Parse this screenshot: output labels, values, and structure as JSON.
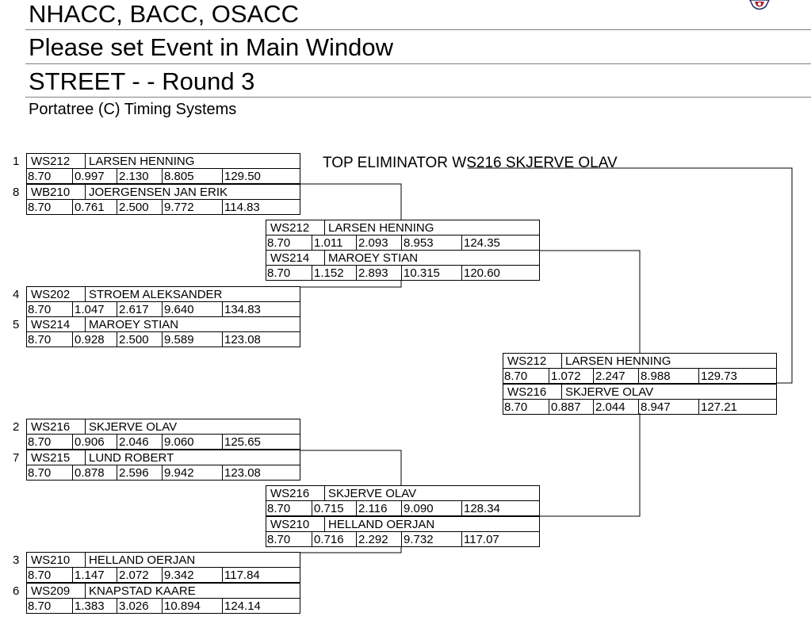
{
  "header": {
    "title": "NHACC, BACC, OSACC",
    "event_prompt": "Please set Event in Main Window",
    "round": "STREET -  - Round 3",
    "vendor": "Portatree (C) Timing Systems"
  },
  "top_eliminator": "TOP ELIMINATOR  WS216 SKJERVE OLAV",
  "seeds": [
    "1",
    "8",
    "4",
    "5",
    "2",
    "7",
    "3",
    "6"
  ],
  "round1": [
    {
      "car": "WS212",
      "driver": "LARSEN HENNING",
      "dial": "8.70",
      "rt": "0.997",
      "sixty": "2.130",
      "et": "8.805",
      "mph": "129.50"
    },
    {
      "car": "WB210",
      "driver": "JOERGENSEN JAN ERIK",
      "dial": "8.70",
      "rt": "0.761",
      "sixty": "2.500",
      "et": "9.772",
      "mph": "114.83"
    },
    {
      "car": "WS202",
      "driver": "STROEM ALEKSANDER",
      "dial": "8.70",
      "rt": "1.047",
      "sixty": "2.617",
      "et": "9.640",
      "mph": "134.83"
    },
    {
      "car": "WS214",
      "driver": "MAROEY STIAN",
      "dial": "8.70",
      "rt": "0.928",
      "sixty": "2.500",
      "et": "9.589",
      "mph": "123.08"
    },
    {
      "car": "WS216",
      "driver": "SKJERVE OLAV",
      "dial": "8.70",
      "rt": "0.906",
      "sixty": "2.046",
      "et": "9.060",
      "mph": "125.65"
    },
    {
      "car": "WS215",
      "driver": "LUND ROBERT",
      "dial": "8.70",
      "rt": "0.878",
      "sixty": "2.596",
      "et": "9.942",
      "mph": "123.08"
    },
    {
      "car": "WS210",
      "driver": "HELLAND OERJAN",
      "dial": "8.70",
      "rt": "1.147",
      "sixty": "2.072",
      "et": "9.342",
      "mph": "117.84"
    },
    {
      "car": "WS209",
      "driver": "KNAPSTAD KAARE",
      "dial": "8.70",
      "rt": "1.383",
      "sixty": "3.026",
      "et": "10.894",
      "mph": "124.14"
    }
  ],
  "round2": [
    {
      "car": "WS212",
      "driver": "LARSEN HENNING",
      "dial": "8.70",
      "rt": "1.011",
      "sixty": "2.093",
      "et": "8.953",
      "mph": "124.35"
    },
    {
      "car": "WS214",
      "driver": "MAROEY STIAN",
      "dial": "8.70",
      "rt": "1.152",
      "sixty": "2.893",
      "et": "10.315",
      "mph": "120.60"
    },
    {
      "car": "WS216",
      "driver": "SKJERVE OLAV",
      "dial": "8.70",
      "rt": "0.715",
      "sixty": "2.116",
      "et": "9.090",
      "mph": "128.34"
    },
    {
      "car": "WS210",
      "driver": "HELLAND OERJAN",
      "dial": "8.70",
      "rt": "0.716",
      "sixty": "2.292",
      "et": "9.732",
      "mph": "117.07"
    }
  ],
  "round3": [
    {
      "car": "WS212",
      "driver": "LARSEN HENNING",
      "dial": "8.70",
      "rt": "1.072",
      "sixty": "2.247",
      "et": "8.988",
      "mph": "129.73"
    },
    {
      "car": "WS216",
      "driver": "SKJERVE OLAV",
      "dial": "8.70",
      "rt": "0.887",
      "sixty": "2.044",
      "et": "8.947",
      "mph": "127.21"
    }
  ],
  "logo_colors": {
    "primary": "#b02030",
    "secondary": "#20306a"
  }
}
